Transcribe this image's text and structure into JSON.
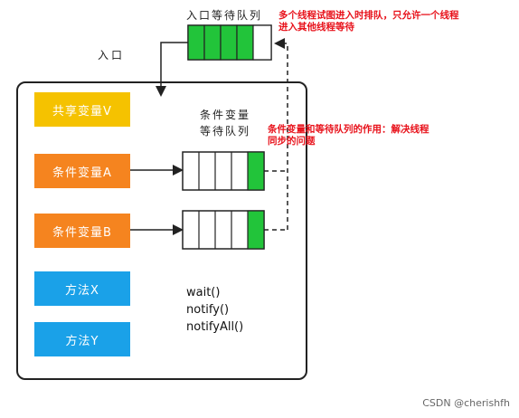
{
  "labels": {
    "entry_queue": "入口等待队列",
    "entry": "入口",
    "cond_queue_line1": "条件变量",
    "cond_queue_line2": "等待队列"
  },
  "notes": {
    "top_line1": "多个线程试图进入时排队，只允许一个线程",
    "top_line2": "进入其他线程等待",
    "mid_line1": "条件变量和等待队列的作用：解决线程",
    "mid_line2": "同步的问题"
  },
  "boxes": {
    "shared_var": "共享变量V",
    "cond_a": "条件变量A",
    "cond_b": "条件变量B",
    "method_x": "方法X",
    "method_y": "方法Y"
  },
  "methods": [
    "wait()",
    "notify()",
    "notifyAll()"
  ],
  "watermark": "CSDN @cherishfh",
  "colors": {
    "shared_var": "#f5c200",
    "cond_var": "#f5841f",
    "method": "#1aa1e8",
    "queue_active": "#22c43a",
    "note": "#e8121b"
  }
}
